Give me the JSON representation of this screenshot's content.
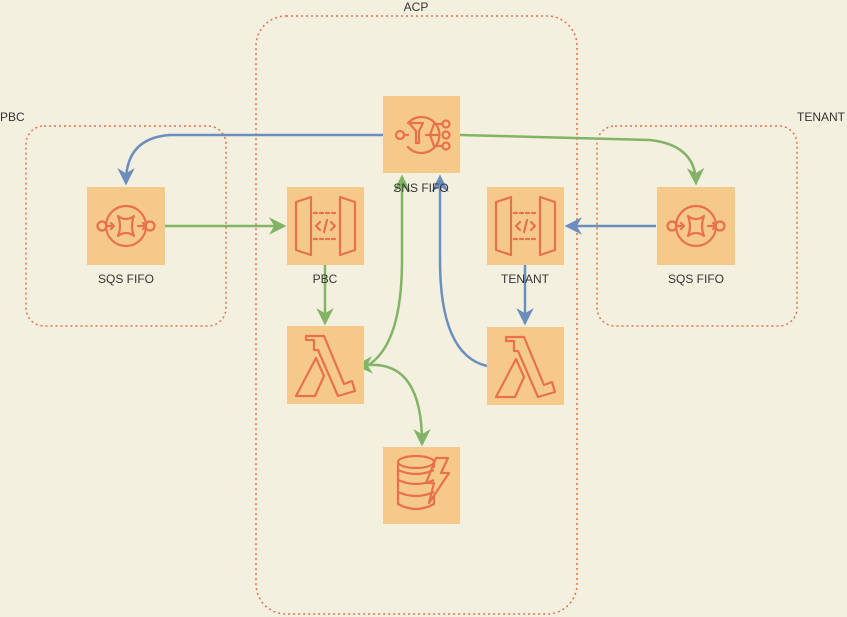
{
  "groups": {
    "acp": {
      "label": "ACP"
    },
    "pbc": {
      "label": "PBC"
    },
    "tenant": {
      "label": "TENANT"
    }
  },
  "nodes": {
    "sns": {
      "label": "SNS FIFO",
      "icon": "sns-topic-icon"
    },
    "sqs_pbc": {
      "label": "SQS FIFO",
      "icon": "sqs-queue-icon"
    },
    "sqs_tenant": {
      "label": "SQS FIFO",
      "icon": "sqs-queue-icon"
    },
    "api_pbc": {
      "label": "PBC",
      "icon": "api-gateway-icon"
    },
    "api_tenant": {
      "label": "TENANT",
      "icon": "api-gateway-icon"
    },
    "lambda_pbc": {
      "label": "",
      "icon": "lambda-icon"
    },
    "lambda_tenant": {
      "label": "",
      "icon": "lambda-icon"
    },
    "dynamodb": {
      "label": "",
      "icon": "dynamodb-icon"
    }
  },
  "colors": {
    "background": "#f4f0df",
    "group_border": "#e8714a",
    "icon_fill": "#f5c98a",
    "icon_stroke": "#e8714a",
    "green_arrow": "#82b366",
    "blue_arrow": "#6c8ebf"
  }
}
